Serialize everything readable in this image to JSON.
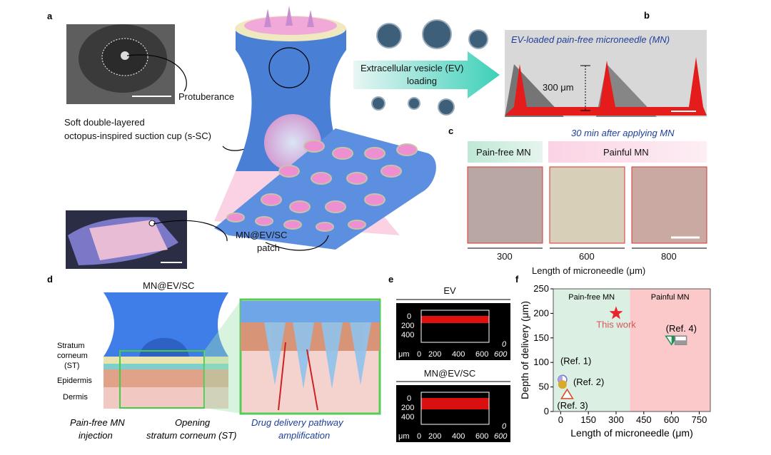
{
  "panels": {
    "a": {
      "label": "a",
      "protuberance": "Protuberance",
      "suction_cup_line1": "Soft double-layered",
      "suction_cup_line2": "octopus-inspired suction cup (s-SC)",
      "ev_arrow_line1": "Extracellular vesicle (EV)",
      "ev_arrow_line2": "loading",
      "patch_line1": "MN@EV/SC",
      "patch_line2": "patch"
    },
    "b": {
      "label": "b",
      "title": "EV-loaded pain-free microneedle (MN)",
      "height_label": "300 μm"
    },
    "c": {
      "label": "c",
      "title": "30 min after applying MN",
      "group_painfree": "Pain-free MN",
      "group_painful": "Painful MN",
      "lengths": [
        "300",
        "600",
        "800"
      ],
      "xlabel": "Length of microneedle (μm)"
    },
    "d": {
      "label": "d",
      "title": "MN@EV/SC",
      "layers": [
        "Stratum",
        "corneum",
        "(ST)",
        "Epidermis",
        "Dermis"
      ],
      "caption1_line1": "Pain-free MN",
      "caption1_line2": "injection",
      "caption2_line1": "Opening",
      "caption2_line2": "stratum corneum (ST)",
      "caption3_line1": "Drug delivery pathway",
      "caption3_line2": "amplification"
    },
    "e": {
      "label": "e",
      "images": [
        {
          "title": "EV"
        },
        {
          "title": "MN@EV/SC"
        }
      ],
      "yticks": [
        "0",
        "200",
        "400"
      ],
      "xticks": [
        "0",
        "200",
        "400",
        "600"
      ],
      "unit": "μm",
      "zticks": [
        "0",
        "600"
      ]
    }
  },
  "chart_data": {
    "type": "scatter",
    "label": "f",
    "xlabel": "Length of microneedle (μm)",
    "ylabel": "Depth of delivery (μm)",
    "xlim": [
      -40,
      810
    ],
    "ylim": [
      0,
      250
    ],
    "xticks": [
      0,
      150,
      300,
      450,
      600,
      750
    ],
    "yticks": [
      0,
      50,
      100,
      150,
      200,
      250
    ],
    "regions": [
      {
        "name": "Pain-free MN",
        "from": -40,
        "to": 375,
        "color": "#dcefe3"
      },
      {
        "name": "Painful MN",
        "from": 375,
        "to": 810,
        "color": "#fbc9c9"
      }
    ],
    "points": [
      {
        "name": "This work",
        "x": 300,
        "y": 200,
        "marker": "star",
        "color": "#e8252b"
      },
      {
        "name": "(Ref. 1)",
        "x": 10,
        "y": 65,
        "marker": "circle-half",
        "color": "#7b6fd0"
      },
      {
        "name": "(Ref. 2)",
        "x": 10,
        "y": 55,
        "marker": "circle",
        "color": "#d9a928"
      },
      {
        "name": "(Ref. 3)",
        "x": 35,
        "y": 35,
        "marker": "triangle",
        "color": "#d24a2a"
      },
      {
        "name": "(Ref. 4)",
        "x": 600,
        "y": 145,
        "marker": "triangle-down",
        "color": "#1f8f55"
      },
      {
        "name": "",
        "x": 650,
        "y": 145,
        "marker": "square",
        "color": "#888888"
      }
    ]
  }
}
